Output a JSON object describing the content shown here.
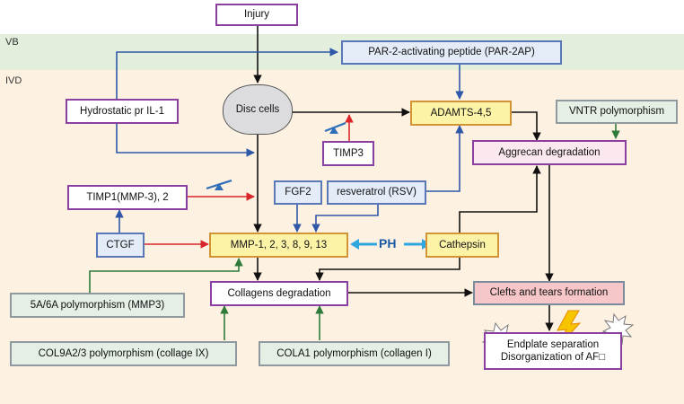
{
  "regions": {
    "vb": "VB",
    "ivd": "IVD"
  },
  "nodes": {
    "injury": "Injury",
    "par2ap": "PAR-2-activating peptide (PAR-2AP)",
    "disc_cells": "Disc cells",
    "adamts": "ADAMTS-4,5",
    "hydrostatic": "Hydrostatic pr IL-1",
    "timp3": "TIMP3",
    "vntr": "VNTR polymorphism",
    "aggrecan": "Aggrecan degradation",
    "timp1": "TIMP1(MMP-3), 2",
    "fgf2": "FGF2",
    "resveratrol": "resveratrol (RSV)",
    "ctgf": "CTGF",
    "mmp": "MMP-1, 2, 3, 8, 9, 13",
    "ph": "PH",
    "cathepsin": "Cathepsin",
    "collagens": "Collagens degradation",
    "clefts": "Clefts and tears formation",
    "poly5a6a": "5A/6A polymorphism (MMP3)",
    "col9a2": "COL9A2/3 polymorphism (collage IX)",
    "cola1": "COLA1 polymorphism (collagen I)",
    "endplate_line1": "Endplate separation",
    "endplate_line2": "Disorganization of AF□"
  },
  "colors": {
    "vb_band": "#e3eedd",
    "ivd_band": "#fdf1e1",
    "black_arrow": "#111111",
    "blue_arrow": "#2f58a8",
    "red_arrow": "#d8262c",
    "green_arrow": "#2f7a3a",
    "ph_arrow": "#2fa6dd",
    "inhibitor_mark": "#2f6fb8",
    "lightning": "#f6c500"
  }
}
